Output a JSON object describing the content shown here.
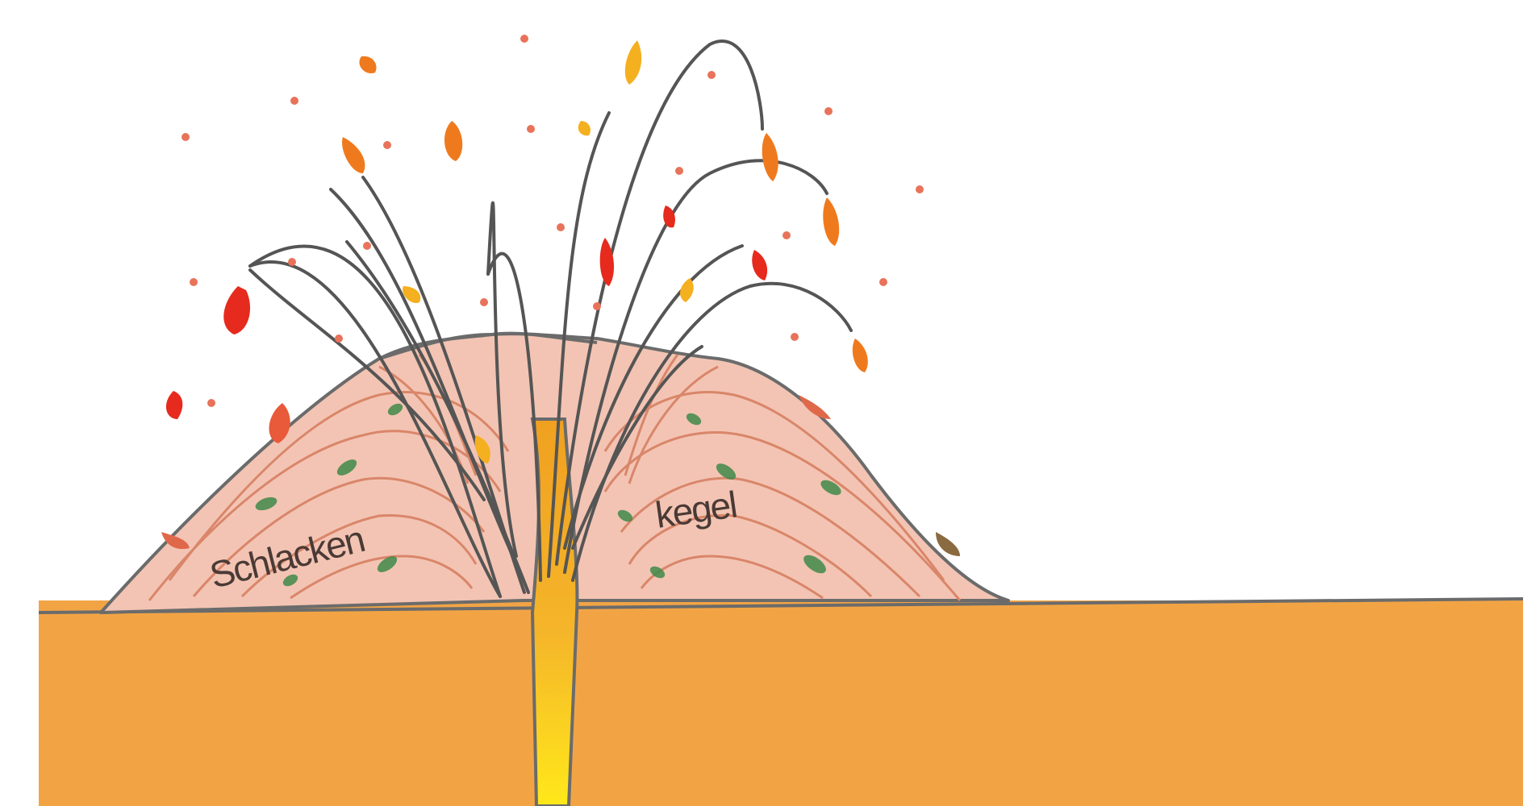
{
  "diagram": {
    "labels": {
      "left_word": "Schlacken",
      "right_word": "kegel"
    },
    "colors": {
      "ground": "#f2a445",
      "cone_fill": "#f3c4b3",
      "cone_outline": "#6b6b6b",
      "layer_lines": "#d9866a",
      "conduit_top": "#f0a020",
      "conduit_bottom": "#ffe81a",
      "ejecta_red": "#e62a1e",
      "ejecta_orange": "#ef7a1e",
      "ejecta_yellow": "#f5b020",
      "green_fragments": "#3f8a4a",
      "trajectory_lines": "#555555"
    },
    "icons": [
      "volcano-cone",
      "lava-conduit",
      "volcanic-bomb",
      "trajectory-arc"
    ]
  }
}
